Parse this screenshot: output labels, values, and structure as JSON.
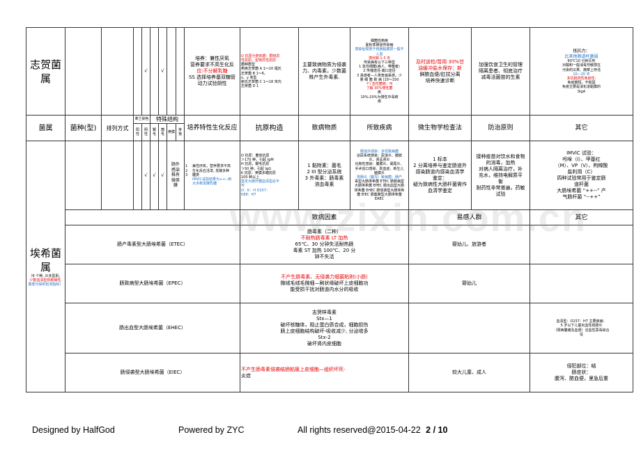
{
  "row1": {
    "genus": "志贺菌属",
    "gram_neg": "√",
    "rod": "√",
    "culture": [
      "培养：兼性厌氧",
      "营养要求不高生化反",
      "应:不分解乳糖",
      "SS 选择培养基双糖管",
      "动力试验阴性"
    ],
    "culture_red": "",
    "antigen": [
      "O 抗原分类依据：群特异",
      "性抗原、型特异性抗原",
      "菌种群型",
      "痢疾志贺菌  A  1～10 福氏",
      "志贺菌  B  1～6、",
      "x、y 变型",
      "鲍氏志贺菌  C  1～18  宋内",
      "志贺菌  D  1"
    ],
    "toxin": [
      "主要致病物质为侵袭",
      "力、内毒素，少数菌",
      "株产生外毒素."
    ],
    "disease": [
      "细菌性痢疾",
      "夏秋季肠道传染病",
      "感染后局限于结肠黏膜层一般不",
      "入血",
      "潜伏期 1-3 天",
      "传染病有以下三种型",
      "1 急性细菌(病人、带菌者)",
      "2 传播途径-粪口途径",
      "3 易感者—人类普遍易感，少",
      "量  细  菌  致  病  (10～150",
      "个)  急性菌痢：可",
      "了解 30%慢性菌",
      "痢",
      "10%-20%为慢性中毒痢",
      "疾"
    ],
    "lab": [
      "及时送检/暂用 30%甘",
      "油缓冲盐水保存：新",
      "鲜脓血便/肛拭分离",
      "培养快速诊断"
    ],
    "prevent": [
      "加强饮食卫生的管理",
      "隔离患者、彻底治疗",
      "减毒活菌苗的生素"
    ],
    "other": [
      "抵抗力：",
      "比其他肠道杆菌弱",
      "60℃10 分钟灭死",
      "对酸和一般消毒剂敏感在",
      "污染的瓜果、蔬菜上存活",
      "10—20 天",
      "多抗耐药性免疫性:",
      "免疫期短，不稳固",
      "免疫主要是消化道黏膜的",
      "SIgA"
    ]
  },
  "header": {
    "genus": "菌属",
    "species": "菌种(型)",
    "arrangement": "排列方式",
    "gram": "革兰染色",
    "gram_pos": "阳性",
    "gram_neg": "阴性",
    "special": "特殊结构",
    "flagella": "鞭毛",
    "pili": "菌毛",
    "capsule": "荚膜",
    "spore": "芽孢",
    "culture": "培养特性生化反应",
    "antigen": "抗原构造",
    "toxin": "致病物质",
    "disease": "所致疾病",
    "lab": "微生物学检查法",
    "prevent": "防治原则",
    "other": "其它"
  },
  "row2": {
    "gram_neg": "√",
    "flagella": "√",
    "pili": "√",
    "capsule": [
      "肠外",
      "感染",
      "株有",
      "微荚",
      "膜"
    ],
    "culture_n": [
      "1",
      "2",
      "",
      "3"
    ],
    "culture": [
      "兼性厌氧，营养要求不高",
      "生化反应活泼, 发酵多种",
      "糖类",
      "IMViC试验结果为++--用",
      "大多数发酵乳糖"
    ],
    "antigen": [
      "O 抗原：菌体抗原",
      "＞170 种，引起 IgM",
      "H 抗原，鞭毛抗原",
      "＞50 种，引起 IgG",
      "K 抗原：荚膜多糖抗原",
      "100 种以上",
      "鉴定大肠杆菌血清型必不",
      "可",
      "O：K：H    O157：",
      "K88：H7"
    ],
    "toxin": [
      "1 黏附素：菌毛",
      "2 III 型分泌系统",
      "3 外毒素：肠毒素",
      "溶血毒素"
    ],
    "disease": [
      "肠道外感染：多性致病菌",
      "泌尿系统感染：尿道炎、膀胱",
      "炎、肾盂肾炎",
      "化脓性感染：腹膜炎、阑尾炎、",
      "手术创口感染、败血症、新生儿",
      "脑膜炎",
      "胃肠炎（腹泻）致病菌：肠产",
      "毒型大肠埃希菌 ETEC 肠致病型",
      "大肠埃希菌 EPEC 肠出血型大肠",
      "埃希菌 EHEC 肠侵袭型大肠埃希",
      "菌 EIEC 肠集聚型大肠埃希菌",
      "EAEC"
    ],
    "lab": [
      "1 标本",
      "2 分离培养与鉴定肠道外",
      "感染肠道内感染血清学",
      "鉴定：",
      "疑为致病性大肠杆菌需作",
      "血清学鉴定"
    ],
    "prevent": [
      "接种疫苗对饮水和食物",
      "的消毒，加热",
      "对病人隔离治疗，补",
      "充水，维持电解质平",
      "衡",
      "耐药性非常普遍，药敏",
      "试验"
    ],
    "other": [
      "IMViC 试验：",
      "吲哚（I）、甲基红",
      "（M）、VP（V）、枸橼酸",
      "盐利用（C）",
      "四种试验常用于鉴定肠",
      "道杆菌",
      "大肠埃希菌 “++--” 产",
      "气肠杆菌 “--++”"
    ]
  },
  "row3": {
    "genus": "埃希菌属",
    "genus_note_black": "（6 个种, 众多型别，",
    "genus_note_red": "少数血清型有致病性,",
    "genus_note_blue": "粪便污染的检测指标）",
    "sub_header": {
      "factor": "致病因素",
      "host": "易感人群",
      "other": "其它"
    },
    "types": [
      {
        "name": "肠产毒素型大肠埃希菌（ETEC）",
        "factor": [
          "肠毒素（二种）",
          "不耐热肠毒素 LT 加热",
          "65℃、30 分钟失活耐热肠",
          "毒素  ST 加热 100℃、20 分",
          "钟不失活"
        ],
        "host": "婴幼儿、旅游者",
        "other": []
      },
      {
        "name": "肠致病型大肠埃希菌（EPEC）",
        "factor": [
          "不产生肠毒素、无侵袭力细菌粘附(小肠)",
          "微绒毛绒毛微细—刷状缘破坏上皮细胞功",
          "能受损干扰对肠道内水分的吸收"
        ],
        "host": "婴幼儿",
        "other": []
      },
      {
        "name": "肠出血型大肠埃希菌（EHEC）",
        "factor": [
          "志贺样毒素",
          "Stx—1",
          "破坏核糖体，阻止蛋白质合成，细胞损伤",
          "肠上皮细胞结构破坏-吸收减少, 分泌增多",
          "Stx-2",
          "破坏肾内皮细胞"
        ],
        "host": "",
        "other": [
          "血清型：O157：H7 主要疾病：",
          "5 岁以下儿童出血性结肠炎",
          "（阴西腹痛及血便）溶血性尿毒综合",
          "征"
        ]
      },
      {
        "name": "肠侵袭型大肠埃希菌（EIEC）",
        "factor": [
          "不产生肠毒素侵袭结肠粘膜上皮细胞—组织坏死-",
          "炎症"
        ],
        "host": "较大儿童、成人",
        "other": [
          "侵犯部位：结",
          "肠症状：",
          "腹泻、脓血便，里急后重"
        ]
      }
    ]
  },
  "watermark": "www.zixin.com.cn",
  "footer": {
    "designed": "Designed by HalfGod",
    "powered": "Powered by ZYC",
    "rights": "All rights reserved@2015-04-22",
    "page_current": "2",
    "page_sep": " / ",
    "page_total": "10"
  }
}
